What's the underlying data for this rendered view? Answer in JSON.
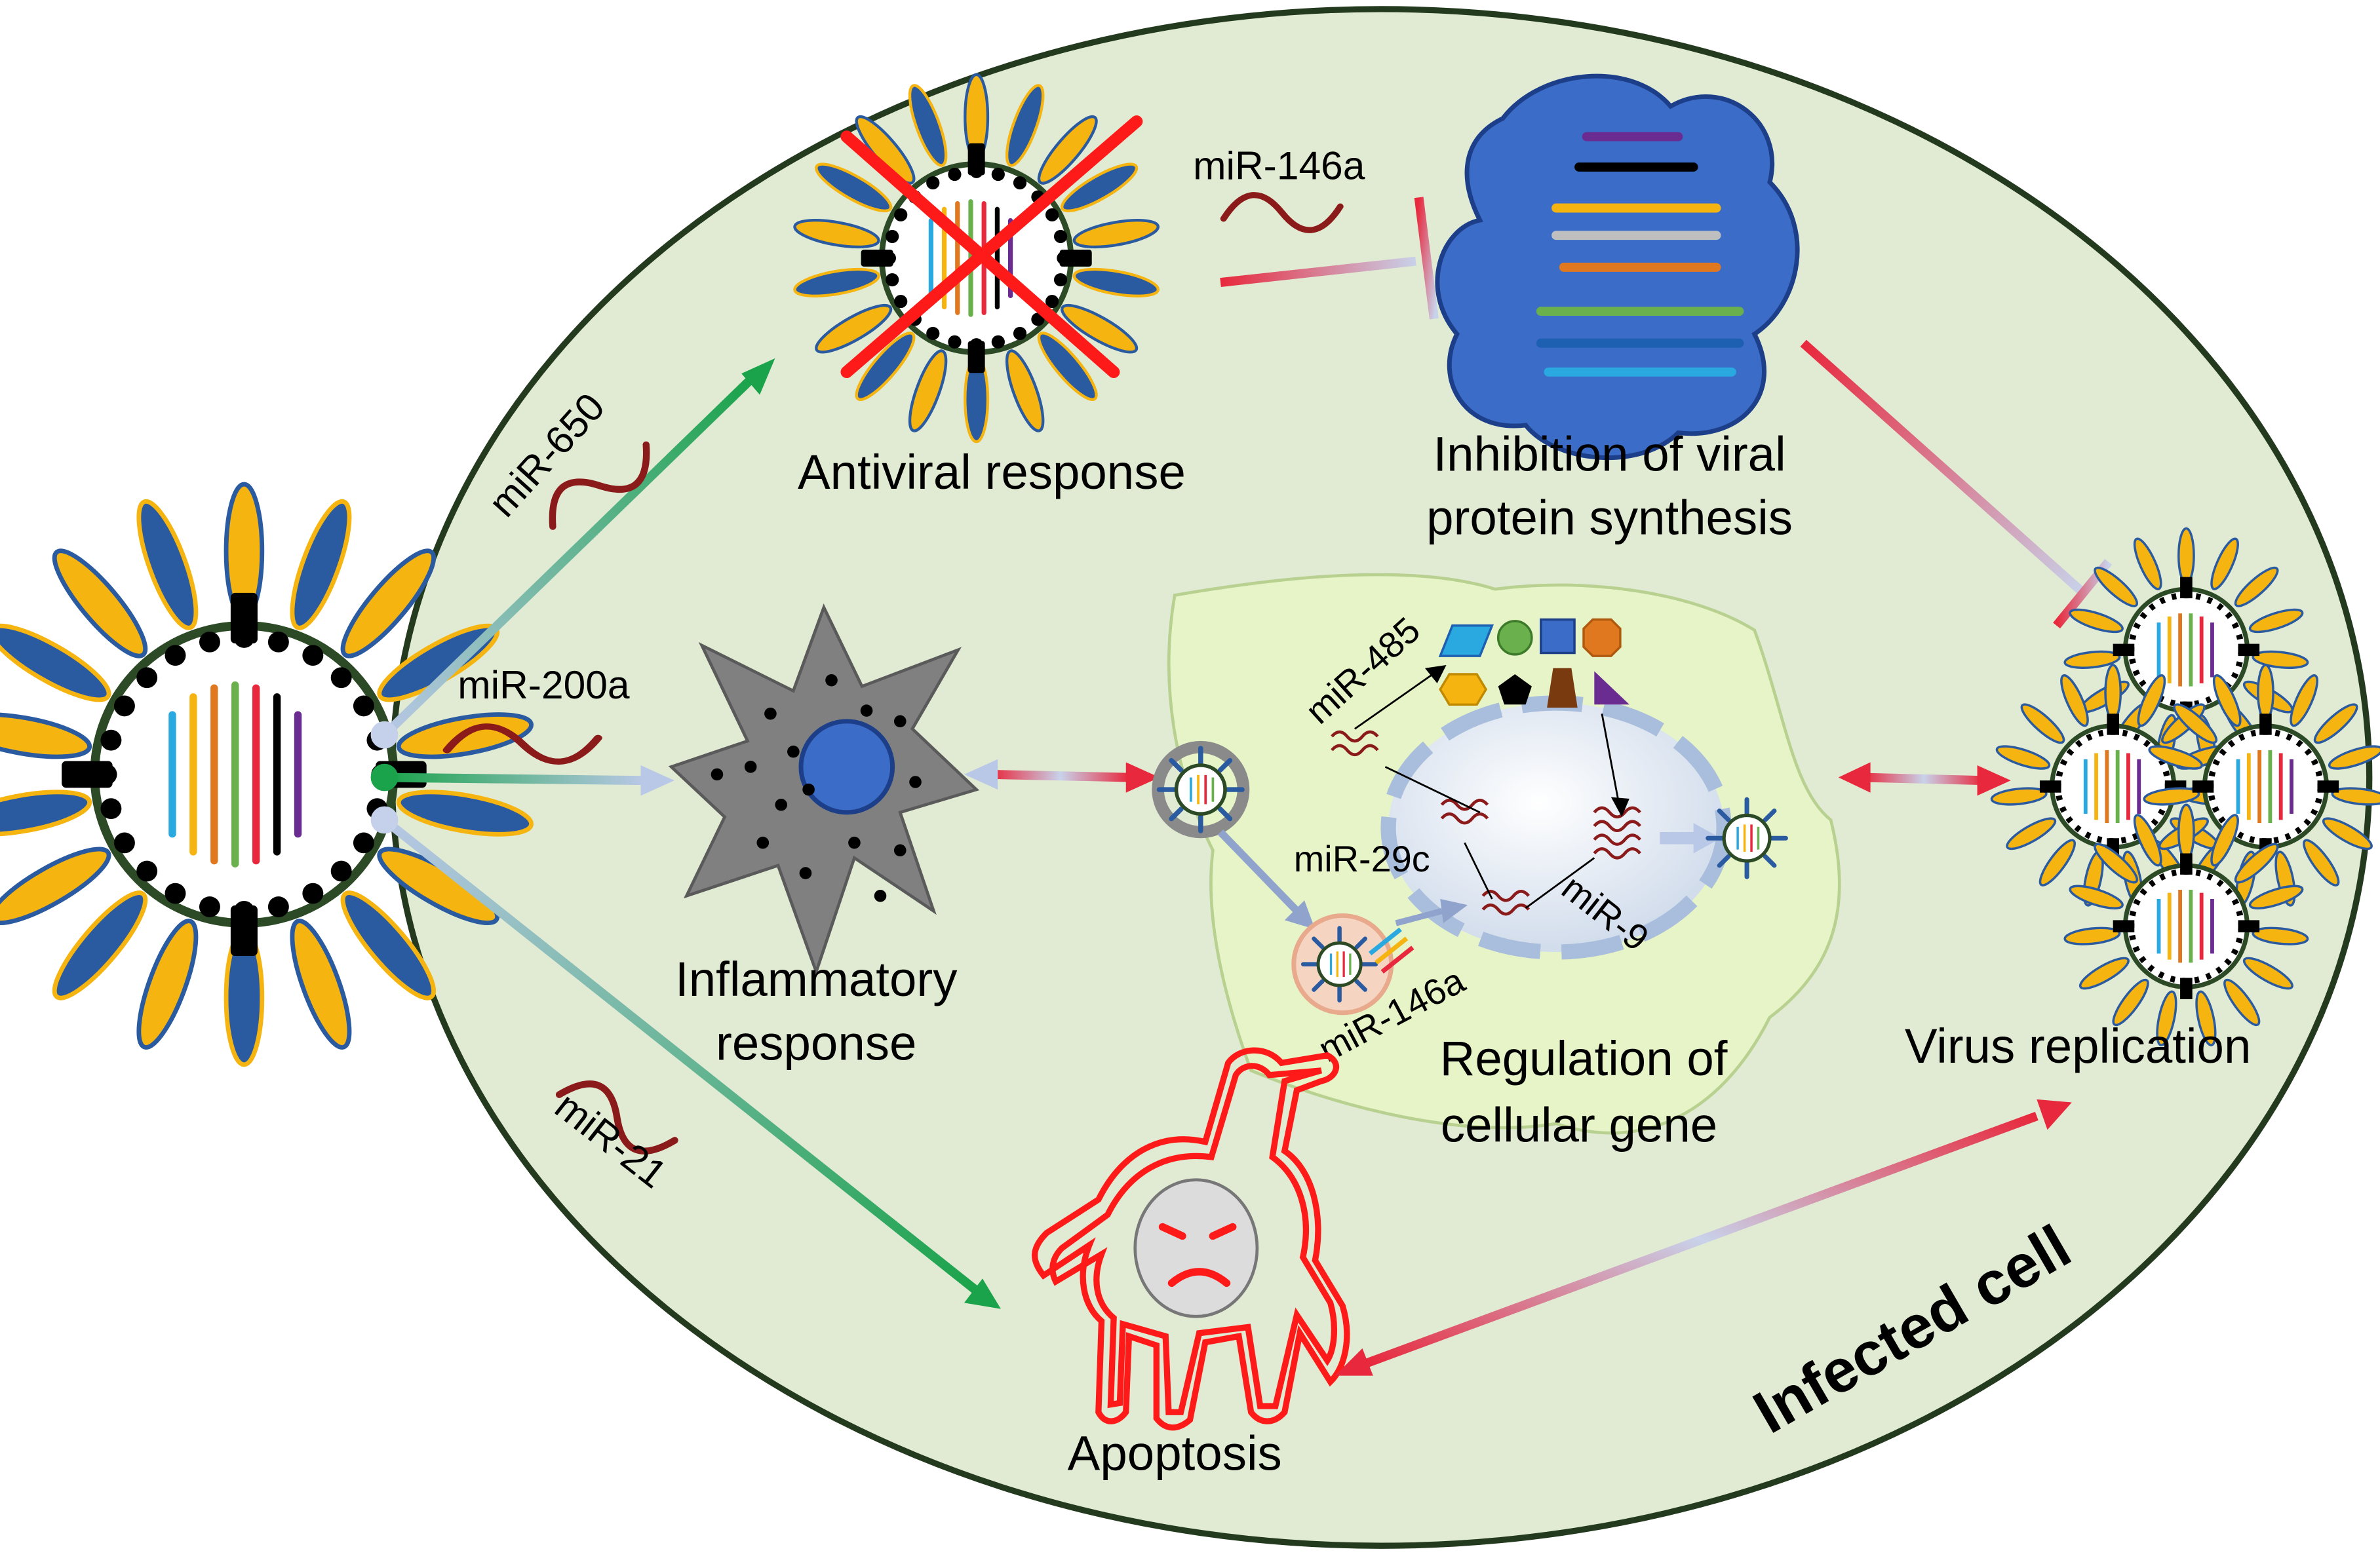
{
  "labels": {
    "antiviral": "Antiviral response",
    "inhibition_line1": "Inhibition of viral",
    "inhibition_line2": "protein synthesis",
    "inflammatory_line1": "Inflammatory",
    "inflammatory_line2": "response",
    "regulation_line1": "Regulation of",
    "regulation_line2": "cellular gene",
    "virus_replication": "Virus replication",
    "apoptosis": "Apoptosis",
    "infected_cell": "Infected cell"
  },
  "mirnas": {
    "mir650": "miR-650",
    "mir146a_top": "miR-146a",
    "mir200a": "miR-200a",
    "mir21": "miR-21",
    "mir485": "miR-485",
    "mir29c": "miR-29c",
    "mir9": "miR-9",
    "mir146a_inner": "miR-146a"
  },
  "colors": {
    "cell_fill": "#e1ebd3",
    "cell_stroke": "#243a1f",
    "inner_cell_fill": "#e6f4c7",
    "mirna": "#8b1a1a",
    "activation_arrow": "#1aa34a",
    "inhibition_bar": "#e8283c",
    "bidirectional_arrow": "#e8283c",
    "ribosome": "#3a6cc8",
    "apoptosis_outline": "#ff1a1a",
    "inflammatory_cell": "#808080"
  }
}
